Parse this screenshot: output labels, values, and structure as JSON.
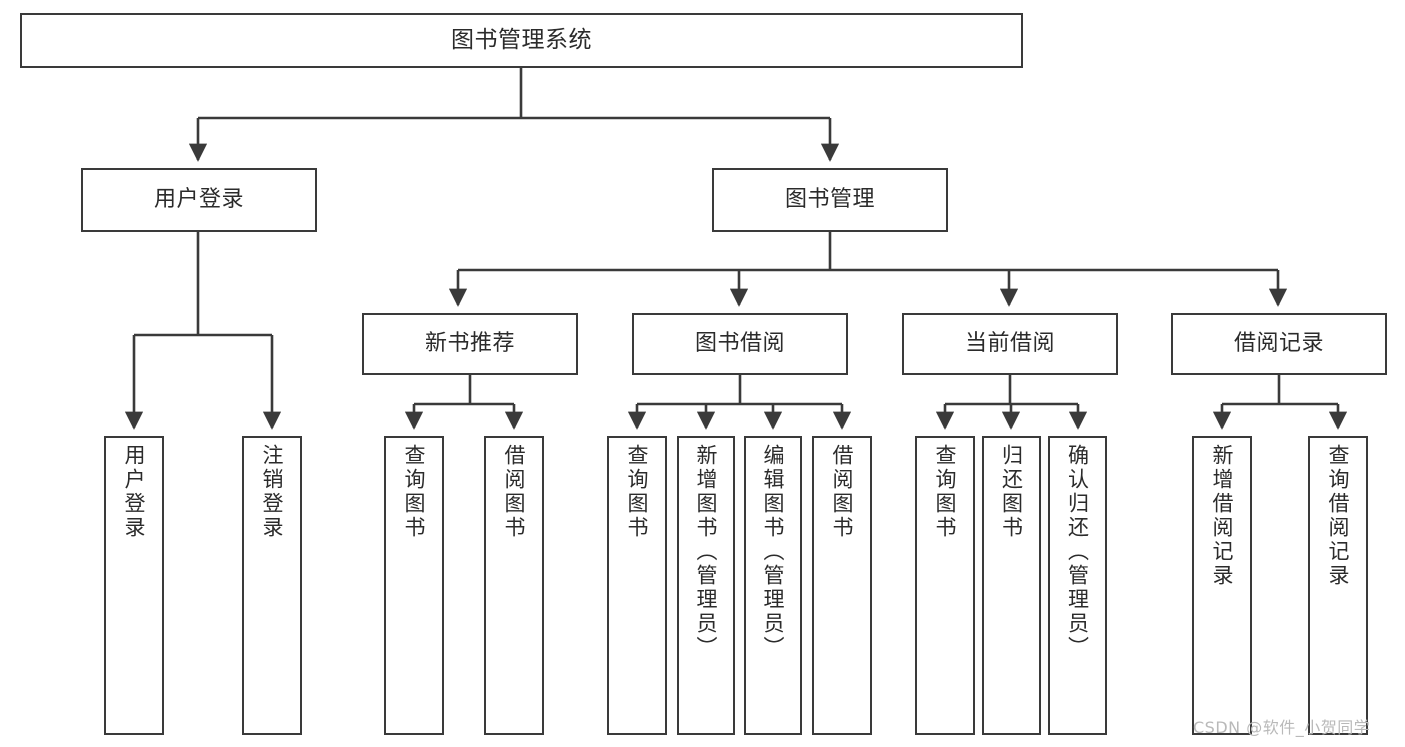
{
  "diagram": {
    "title": "图书管理系统",
    "watermark": "CSDN @软件_小贺同学",
    "colors": {
      "border": "#3a3a3a",
      "text": "#2b2b2b",
      "background": "#ffffff",
      "watermark": "#b9b9b9"
    },
    "root": {
      "label": "图书管理系统"
    },
    "level1": [
      {
        "label": "用户登录"
      },
      {
        "label": "图书管理"
      }
    ],
    "level2": [
      {
        "label": "新书推荐"
      },
      {
        "label": "图书借阅"
      },
      {
        "label": "当前借阅"
      },
      {
        "label": "借阅记录"
      }
    ],
    "leaves": {
      "user_login": [
        {
          "label": "用户登录"
        },
        {
          "label": "注销登录"
        }
      ],
      "new_book": [
        {
          "label": "查询图书"
        },
        {
          "label": "借阅图书"
        }
      ],
      "book_borrow": [
        {
          "label": "查询图书"
        },
        {
          "label": "新增图书（管理员）"
        },
        {
          "label": "编辑图书（管理员）"
        },
        {
          "label": "借阅图书"
        }
      ],
      "current_borrow": [
        {
          "label": "查询图书"
        },
        {
          "label": "归还图书"
        },
        {
          "label": "确认归还（管理员）"
        }
      ],
      "borrow_record": [
        {
          "label": "新增借阅记录"
        },
        {
          "label": "查询借阅记录"
        }
      ]
    }
  }
}
